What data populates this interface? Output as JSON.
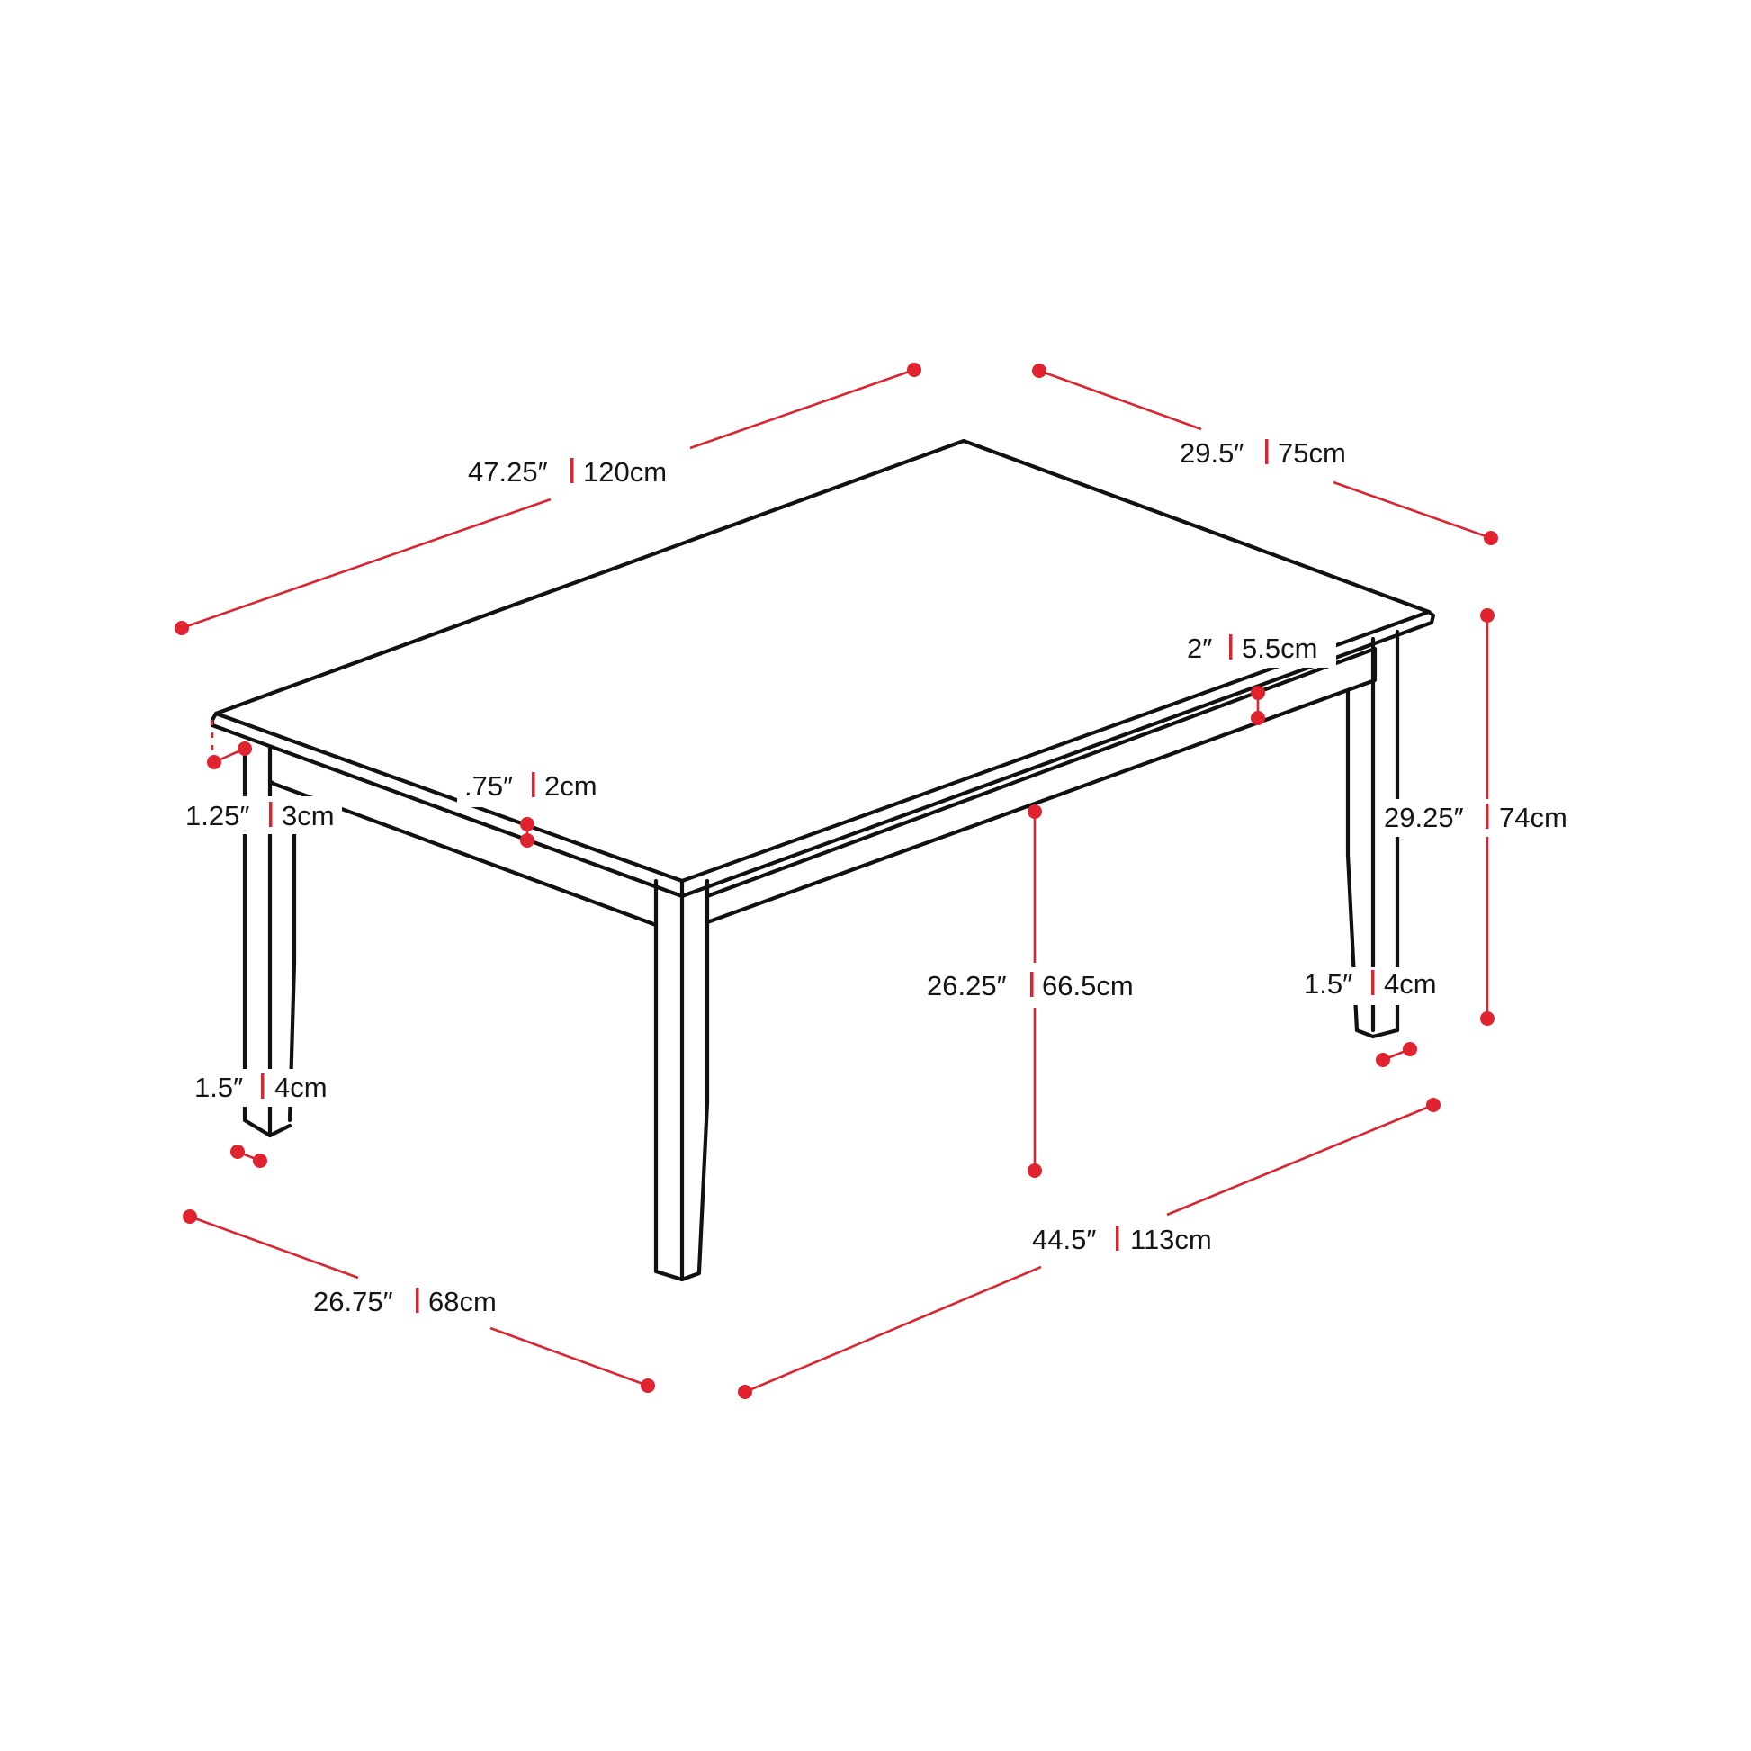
{
  "diagram": {
    "subject": "Rectangular dining table — dimension line drawing",
    "colors": {
      "outline": "#111111",
      "dimension": "#e0232e",
      "text": "#151515",
      "background": "#ffffff"
    },
    "separator": "|",
    "dimensions": {
      "top_length": {
        "imperial": "47.25″",
        "metric": "120cm"
      },
      "top_depth": {
        "imperial": "29.5″",
        "metric": "75cm"
      },
      "overall_height": {
        "imperial": "29.25″",
        "metric": "74cm"
      },
      "apron_height": {
        "imperial": "2″",
        "metric": "5.5cm"
      },
      "top_thickness": {
        "imperial": ".75″",
        "metric": "2cm"
      },
      "top_overhang": {
        "imperial": "1.25″",
        "metric": "3cm"
      },
      "leg_clearance": {
        "imperial": "26.25″",
        "metric": "66.5cm"
      },
      "leg_width_left": {
        "imperial": "1.5″",
        "metric": "4cm"
      },
      "leg_width_right": {
        "imperial": "1.5″",
        "metric": "4cm"
      },
      "base_length": {
        "imperial": "44.5″",
        "metric": "113cm"
      },
      "base_depth": {
        "imperial": "26.75″",
        "metric": "68cm"
      }
    }
  }
}
